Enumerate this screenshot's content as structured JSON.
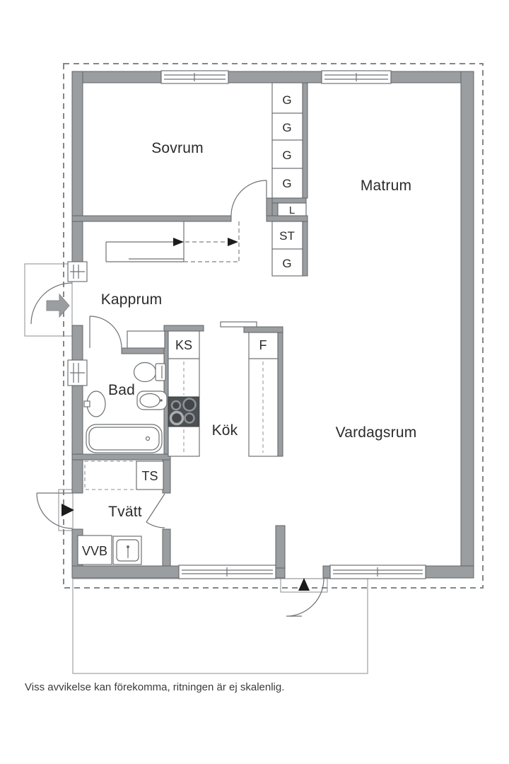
{
  "plan": {
    "caption": "Viss avvikelse kan förekomma, ritningen är ej skalenlig.",
    "rooms": [
      {
        "id": "sovrum",
        "label": "Sovrum"
      },
      {
        "id": "matrum",
        "label": "Matrum"
      },
      {
        "id": "kapprum",
        "label": "Kapprum"
      },
      {
        "id": "bad",
        "label": "Bad"
      },
      {
        "id": "kok",
        "label": "Kök"
      },
      {
        "id": "vardagsrum",
        "label": "Vardagsrum"
      },
      {
        "id": "tvatt",
        "label": "Tvätt"
      }
    ],
    "storage": [
      {
        "id": "g-1",
        "label": "G"
      },
      {
        "id": "g-2",
        "label": "G"
      },
      {
        "id": "g-3",
        "label": "G"
      },
      {
        "id": "g-4",
        "label": "G"
      },
      {
        "id": "l",
        "label": "L"
      },
      {
        "id": "st",
        "label": "ST"
      },
      {
        "id": "g-5",
        "label": "G"
      }
    ],
    "appliances": [
      {
        "id": "ks",
        "label": "KS"
      },
      {
        "id": "f",
        "label": "F"
      },
      {
        "id": "ts",
        "label": "TS"
      },
      {
        "id": "vvb",
        "label": "VVB"
      }
    ],
    "colors": {
      "wall": "#9b9ea0",
      "outline": "#606467",
      "dashed_border": "#84878a",
      "black_arrow": "#1c1c1c",
      "stove": "#4d5154",
      "text": "#2b2b2b"
    }
  }
}
